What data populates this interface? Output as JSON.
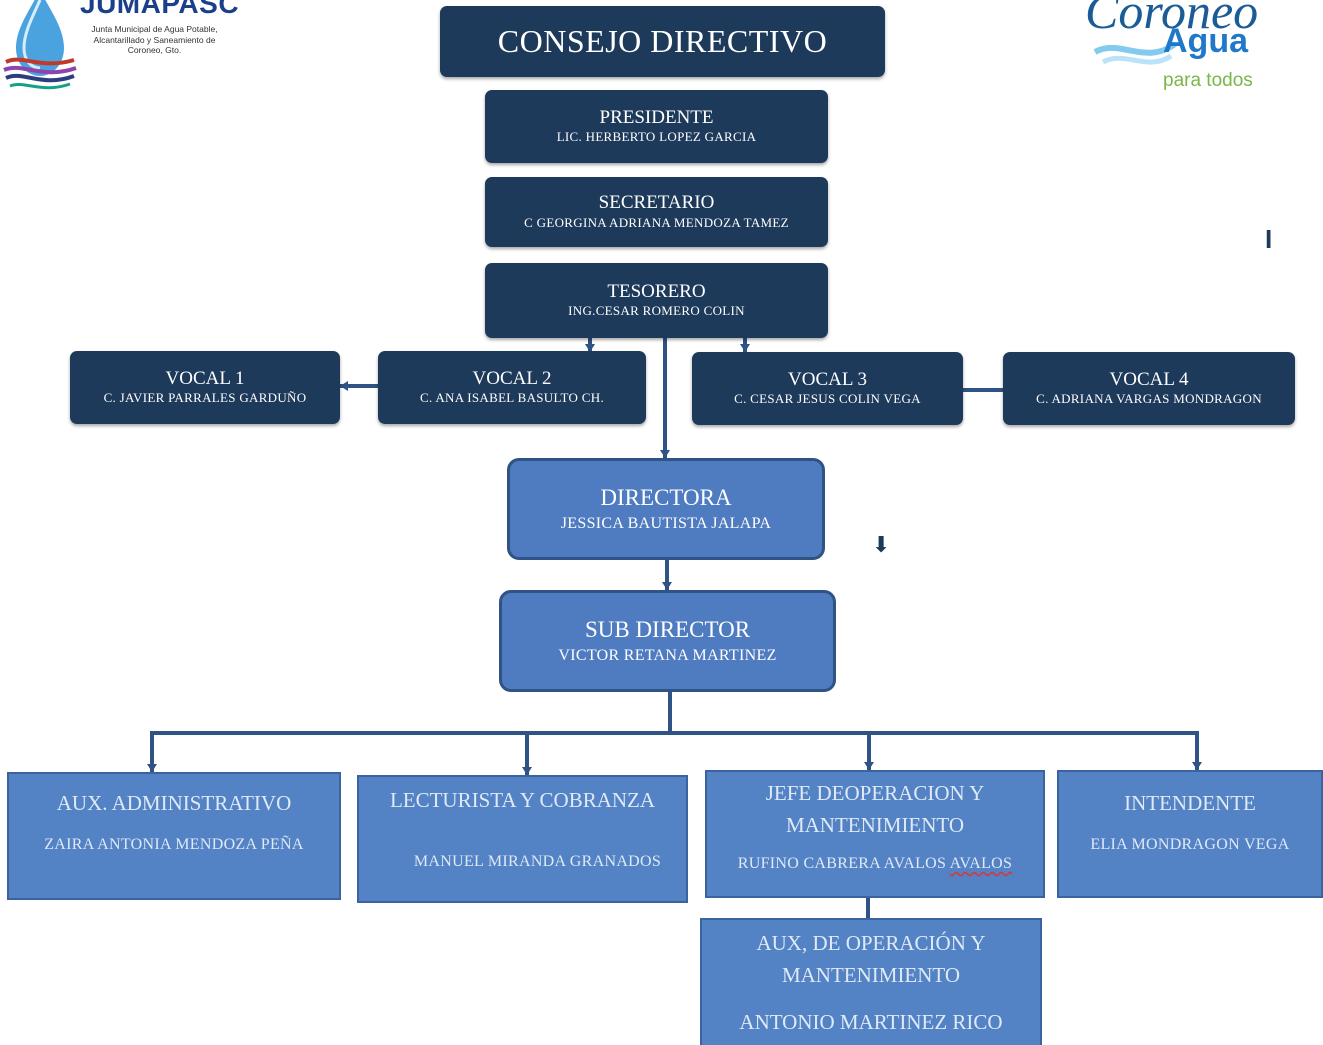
{
  "logos": {
    "left": {
      "brand": "JUMAPASC",
      "subtitle": "Junta Municipal de Agua Potable, Alcantarillado y Saneamiento de Coroneo, Gto."
    },
    "right": {
      "script": "Coroneo",
      "word": "Agua",
      "tagline": "para todos"
    }
  },
  "colors": {
    "dark_box": "#1e3a5b",
    "medium_box": "#4f7cc0",
    "light_box": "#5383c4",
    "connector": "#2e5384"
  },
  "board": {
    "title": "CONSEJO DIRECTIVO",
    "president": {
      "role": "PRESIDENTE",
      "name": "LIC. HERBERTO  LOPEZ  GARCIA"
    },
    "secretary": {
      "role": "SECRETARIO",
      "name": "C GEORGINA  ADRIANA  MENDOZA  TAMEZ"
    },
    "treasurer": {
      "role": "TESORERO",
      "name": "ING.CESAR  ROMERO  COLIN"
    },
    "vocals": [
      {
        "role": "VOCAL 1",
        "name": "C. JAVIER  PARRALES  GARDUÑO"
      },
      {
        "role": "VOCAL 2",
        "name": "C. ANA  ISABEL  BASULTO  CH."
      },
      {
        "role": "VOCAL 3",
        "name": "C. CESAR  JESUS COLIN  VEGA"
      },
      {
        "role": "VOCAL 4",
        "name": "C. ADRIANA  VARGAS  MONDRAGON"
      }
    ]
  },
  "management": {
    "director": {
      "role": "DIRECTORA",
      "name": "JESSICA  BAUTISTA  JALAPA"
    },
    "subdirector": {
      "role": "SUB DIRECTOR",
      "name": "VICTOR  RETANA  MARTINEZ"
    }
  },
  "staff": {
    "aux_admin": {
      "role": "AUX. ADMINISTRATIVO",
      "name": "ZAIRA  ANTONIA  MENDOZA  PEÑA"
    },
    "meter_reader": {
      "role": "LECTURISTA Y COBRANZA",
      "name": "MANUEL  MIRANDA  GRANADOS"
    },
    "ops_chief": {
      "role_line1": "JEFE  DEOPERACION   Y",
      "role_line2": "MANTENIMIENTO",
      "name": "RUFINO  CABRERA   AVALOS",
      "name_extra": "AVALOS"
    },
    "janitor": {
      "role": "INTENDENTE",
      "name": "ELIA  MONDRAGON  VEGA"
    },
    "ops_aux": {
      "role_line1": "AUX,  DE  OPERACIÓN   Y",
      "role_line2": "MANTENIMIENTO",
      "name": "ANTONIO  MARTINEZ  RICO"
    }
  },
  "stray_marks": {
    "bar": "I",
    "arrow": "⬇"
  }
}
